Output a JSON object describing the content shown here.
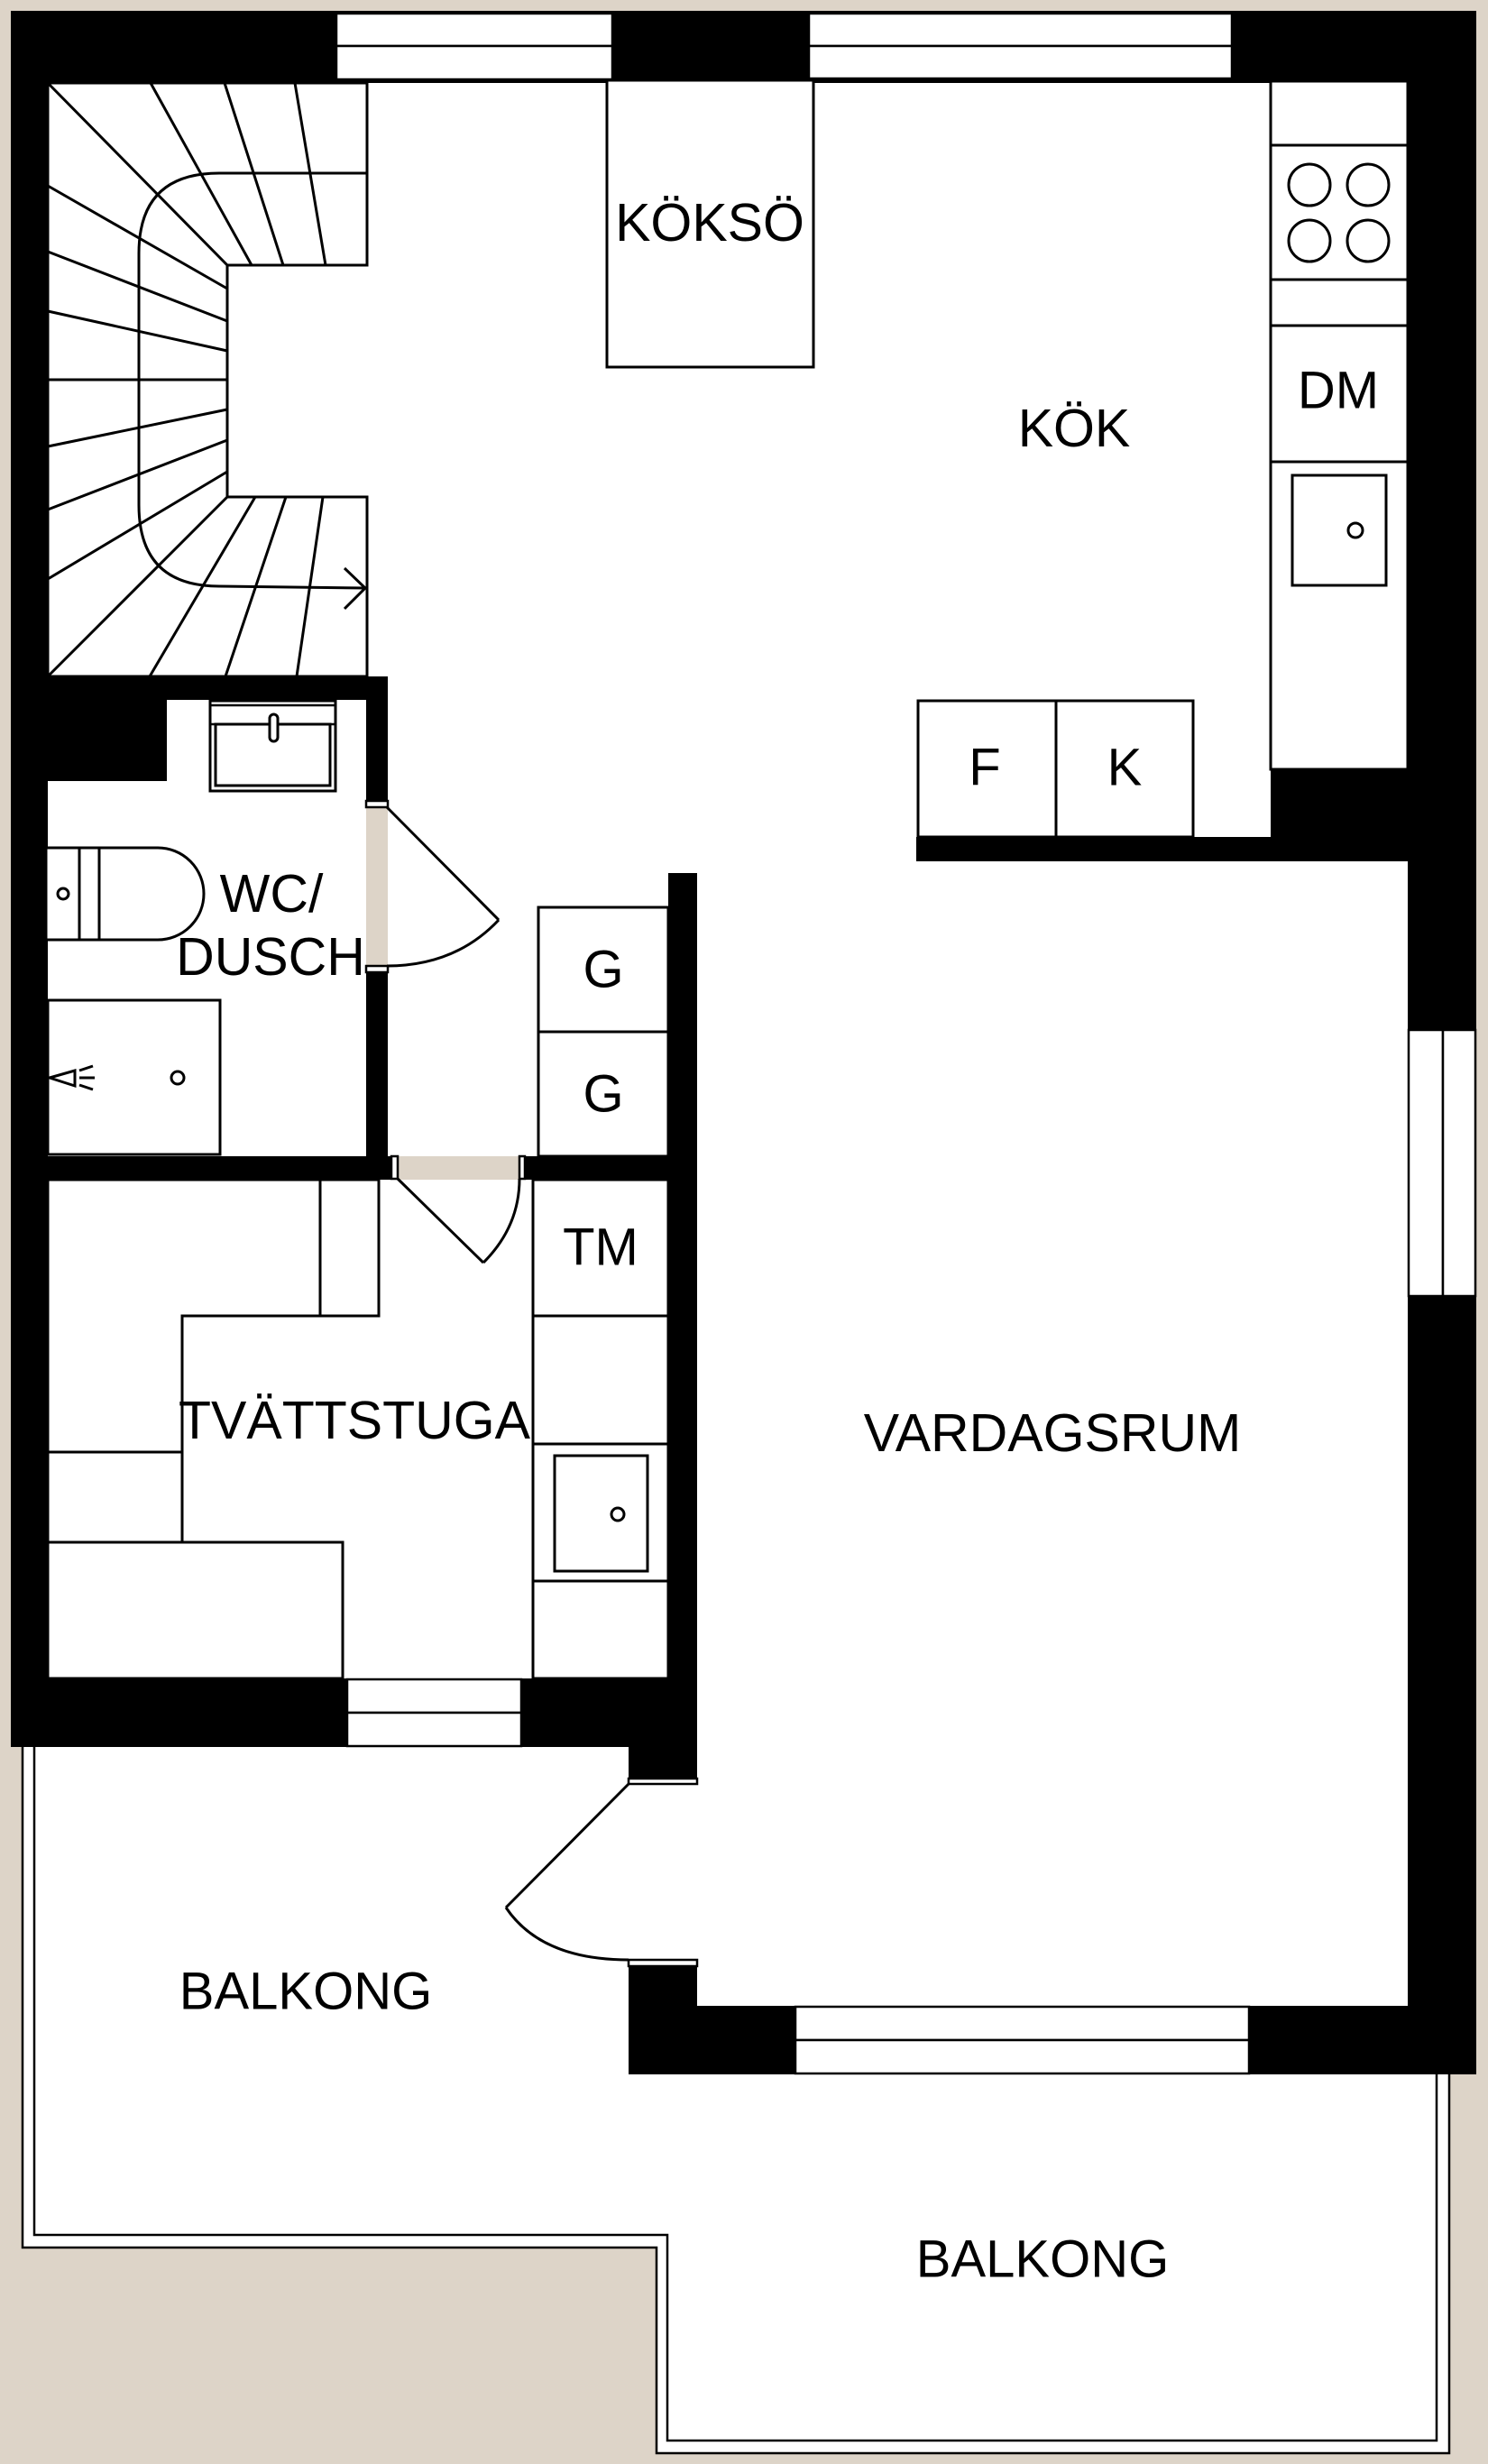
{
  "plan": {
    "background_color": "#ddd4c8",
    "wall_color": "#000000",
    "floor_color": "#ffffff"
  },
  "rooms": {
    "kitchen_island": "KÖKSÖ",
    "kitchen": "KÖK",
    "wc_line1": "WC/",
    "wc_line2": "DUSCH",
    "laundry": "TVÄTTSTUGA",
    "living_room": "VARDAGSRUM",
    "balcony_left": "BALKONG",
    "balcony_right": "BALKONG"
  },
  "appliances": {
    "dishwasher": "DM",
    "fridge": "F",
    "freezer": "K",
    "wardrobe_1": "G",
    "wardrobe_2": "G",
    "tumble_dryer": "TM"
  }
}
